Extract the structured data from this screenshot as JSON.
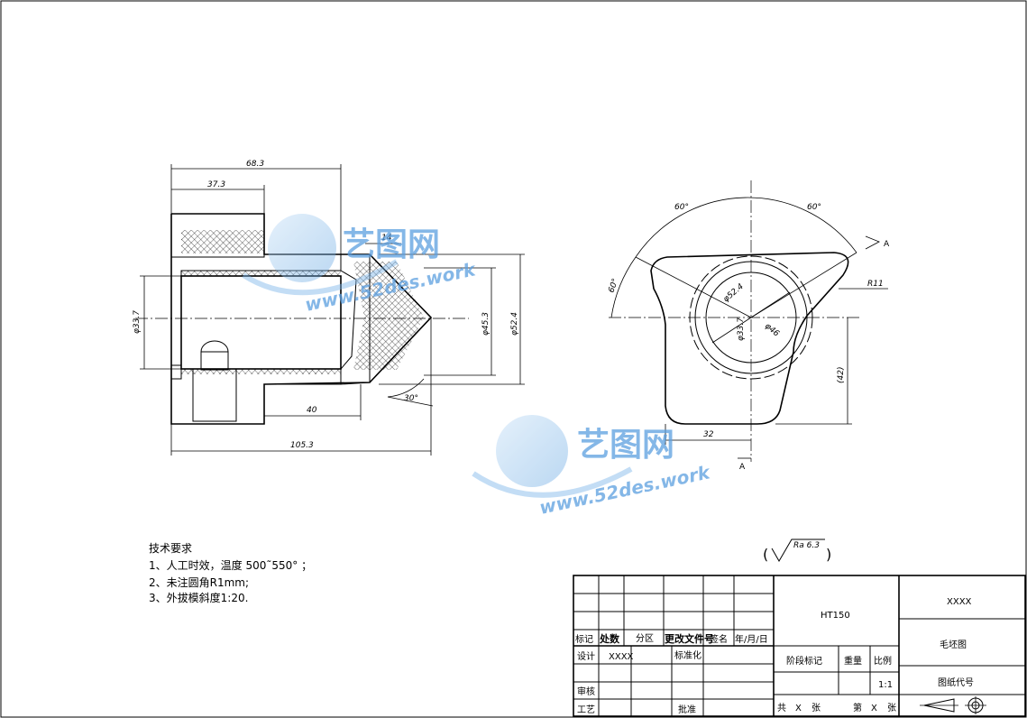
{
  "dims": {
    "d683": "68.3",
    "d373": "37.3",
    "d14": "14",
    "d337": "φ33.7",
    "d453": "φ45.3",
    "d524": "φ52.4",
    "d40": "40",
    "d1053": "105.3",
    "d30": "30°",
    "a60a": "60°",
    "a60b": "60°",
    "a60c": "60°",
    "r11": "R11",
    "c524": "φ52.4",
    "c337": "φ33.7",
    "c46": "φ46",
    "d42": "(42)",
    "d32": "32",
    "secA1": "A",
    "secA2": "A"
  },
  "watermark": {
    "brand": "艺图网",
    "url": "www.52des.work"
  },
  "surface": {
    "ra": "Ra 6.3"
  },
  "notes": {
    "title": "技术要求",
    "l1": "1、人工时效，温度 500˜550°  ；",
    "l2": "2、未注圆角R1mm;",
    "l3": "3、外拔模斜度1:20."
  },
  "titleblock": {
    "material": "HT150",
    "code": "XXXX",
    "name": "毛坯图",
    "drawing_no": "图纸代号",
    "h_mark": "标记",
    "h_count": "处数",
    "h_zone": "分区",
    "h_docno": "更改文件号",
    "h_sign": "签名",
    "h_date": "年/月/日",
    "design": "设计",
    "design_val": "XXXX",
    "std": "标准化",
    "review": "审核",
    "process": "工艺",
    "approve": "批准",
    "stage": "阶段标记",
    "weight": "重量",
    "scale": "比例",
    "scale_val": "1:1",
    "total_pre": "共",
    "total_x": "X",
    "total_post": "张",
    "page_pre": "第",
    "page_x": "X",
    "page_post": "张"
  }
}
